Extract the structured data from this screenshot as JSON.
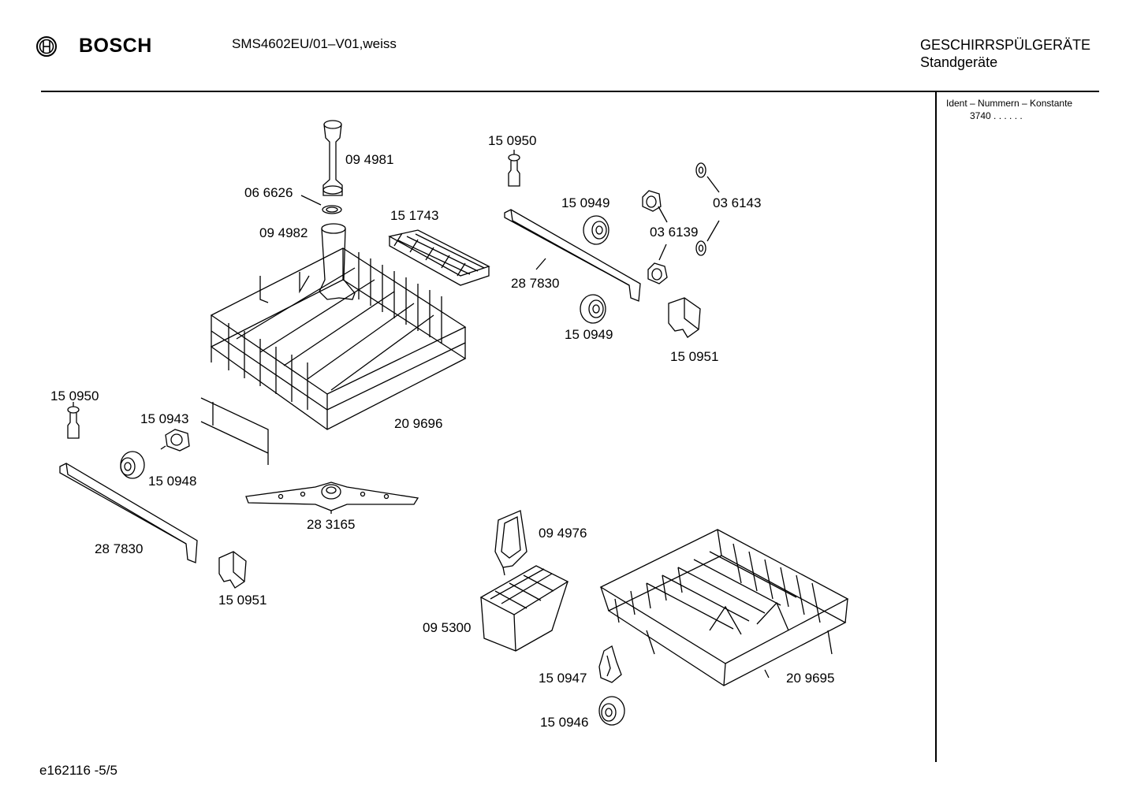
{
  "header": {
    "brand": "BOSCH",
    "model": "SMS4602EU/01–V01,weiss",
    "category_line1": "GESCHIRRSPÜLGERÄTE",
    "category_line2": "Standgeräte"
  },
  "side_panel": {
    "ident_label": "Ident – Nummern – Konstante",
    "ident_value": "3740  .  .    .  .  .  ."
  },
  "footer": {
    "doc_id": "e162116   -5/5"
  },
  "parts": [
    {
      "id": "p01",
      "label": "09 4981"
    },
    {
      "id": "p02",
      "label": "06 6626"
    },
    {
      "id": "p03",
      "label": "09 4982"
    },
    {
      "id": "p04",
      "label": "15 1743"
    },
    {
      "id": "p05",
      "label": "15 0950"
    },
    {
      "id": "p06",
      "label": "15 0949"
    },
    {
      "id": "p07",
      "label": "03 6143"
    },
    {
      "id": "p08",
      "label": "03 6139"
    },
    {
      "id": "p09",
      "label": "28 7830"
    },
    {
      "id": "p10",
      "label": "15 0949"
    },
    {
      "id": "p11",
      "label": "15 0951"
    },
    {
      "id": "p12",
      "label": "15 0950"
    },
    {
      "id": "p13",
      "label": "15 0943"
    },
    {
      "id": "p14",
      "label": "20 9696"
    },
    {
      "id": "p15",
      "label": "15 0948"
    },
    {
      "id": "p16",
      "label": "28 3165"
    },
    {
      "id": "p17",
      "label": "28 7830"
    },
    {
      "id": "p18",
      "label": "09 4976"
    },
    {
      "id": "p19",
      "label": "15 0951"
    },
    {
      "id": "p20",
      "label": "09 5300"
    },
    {
      "id": "p21",
      "label": "15 0947"
    },
    {
      "id": "p22",
      "label": "20 9695"
    },
    {
      "id": "p23",
      "label": "15 0946"
    }
  ]
}
